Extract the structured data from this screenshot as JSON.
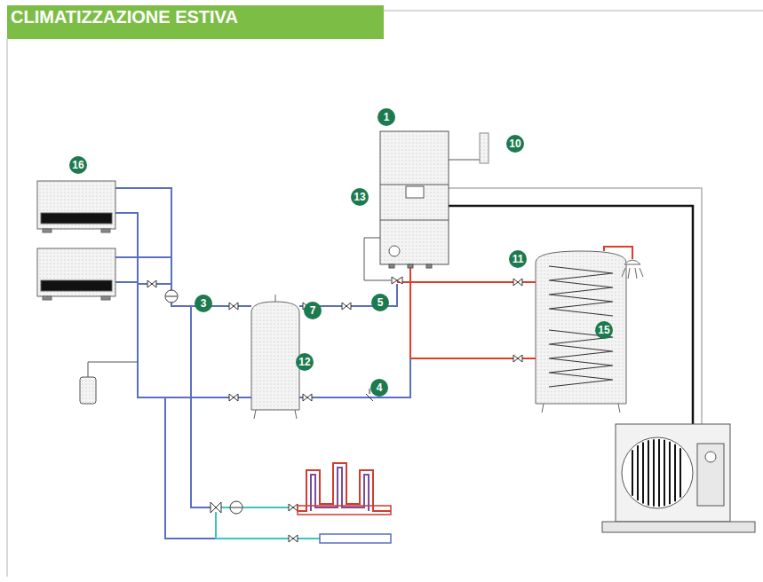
{
  "diagram": {
    "title": "CLIMATIZZAZIONE ESTIVA",
    "labels": [
      "1",
      "16",
      "10",
      "13",
      "11",
      "3",
      "7",
      "5",
      "12",
      "15",
      "4"
    ]
  }
}
